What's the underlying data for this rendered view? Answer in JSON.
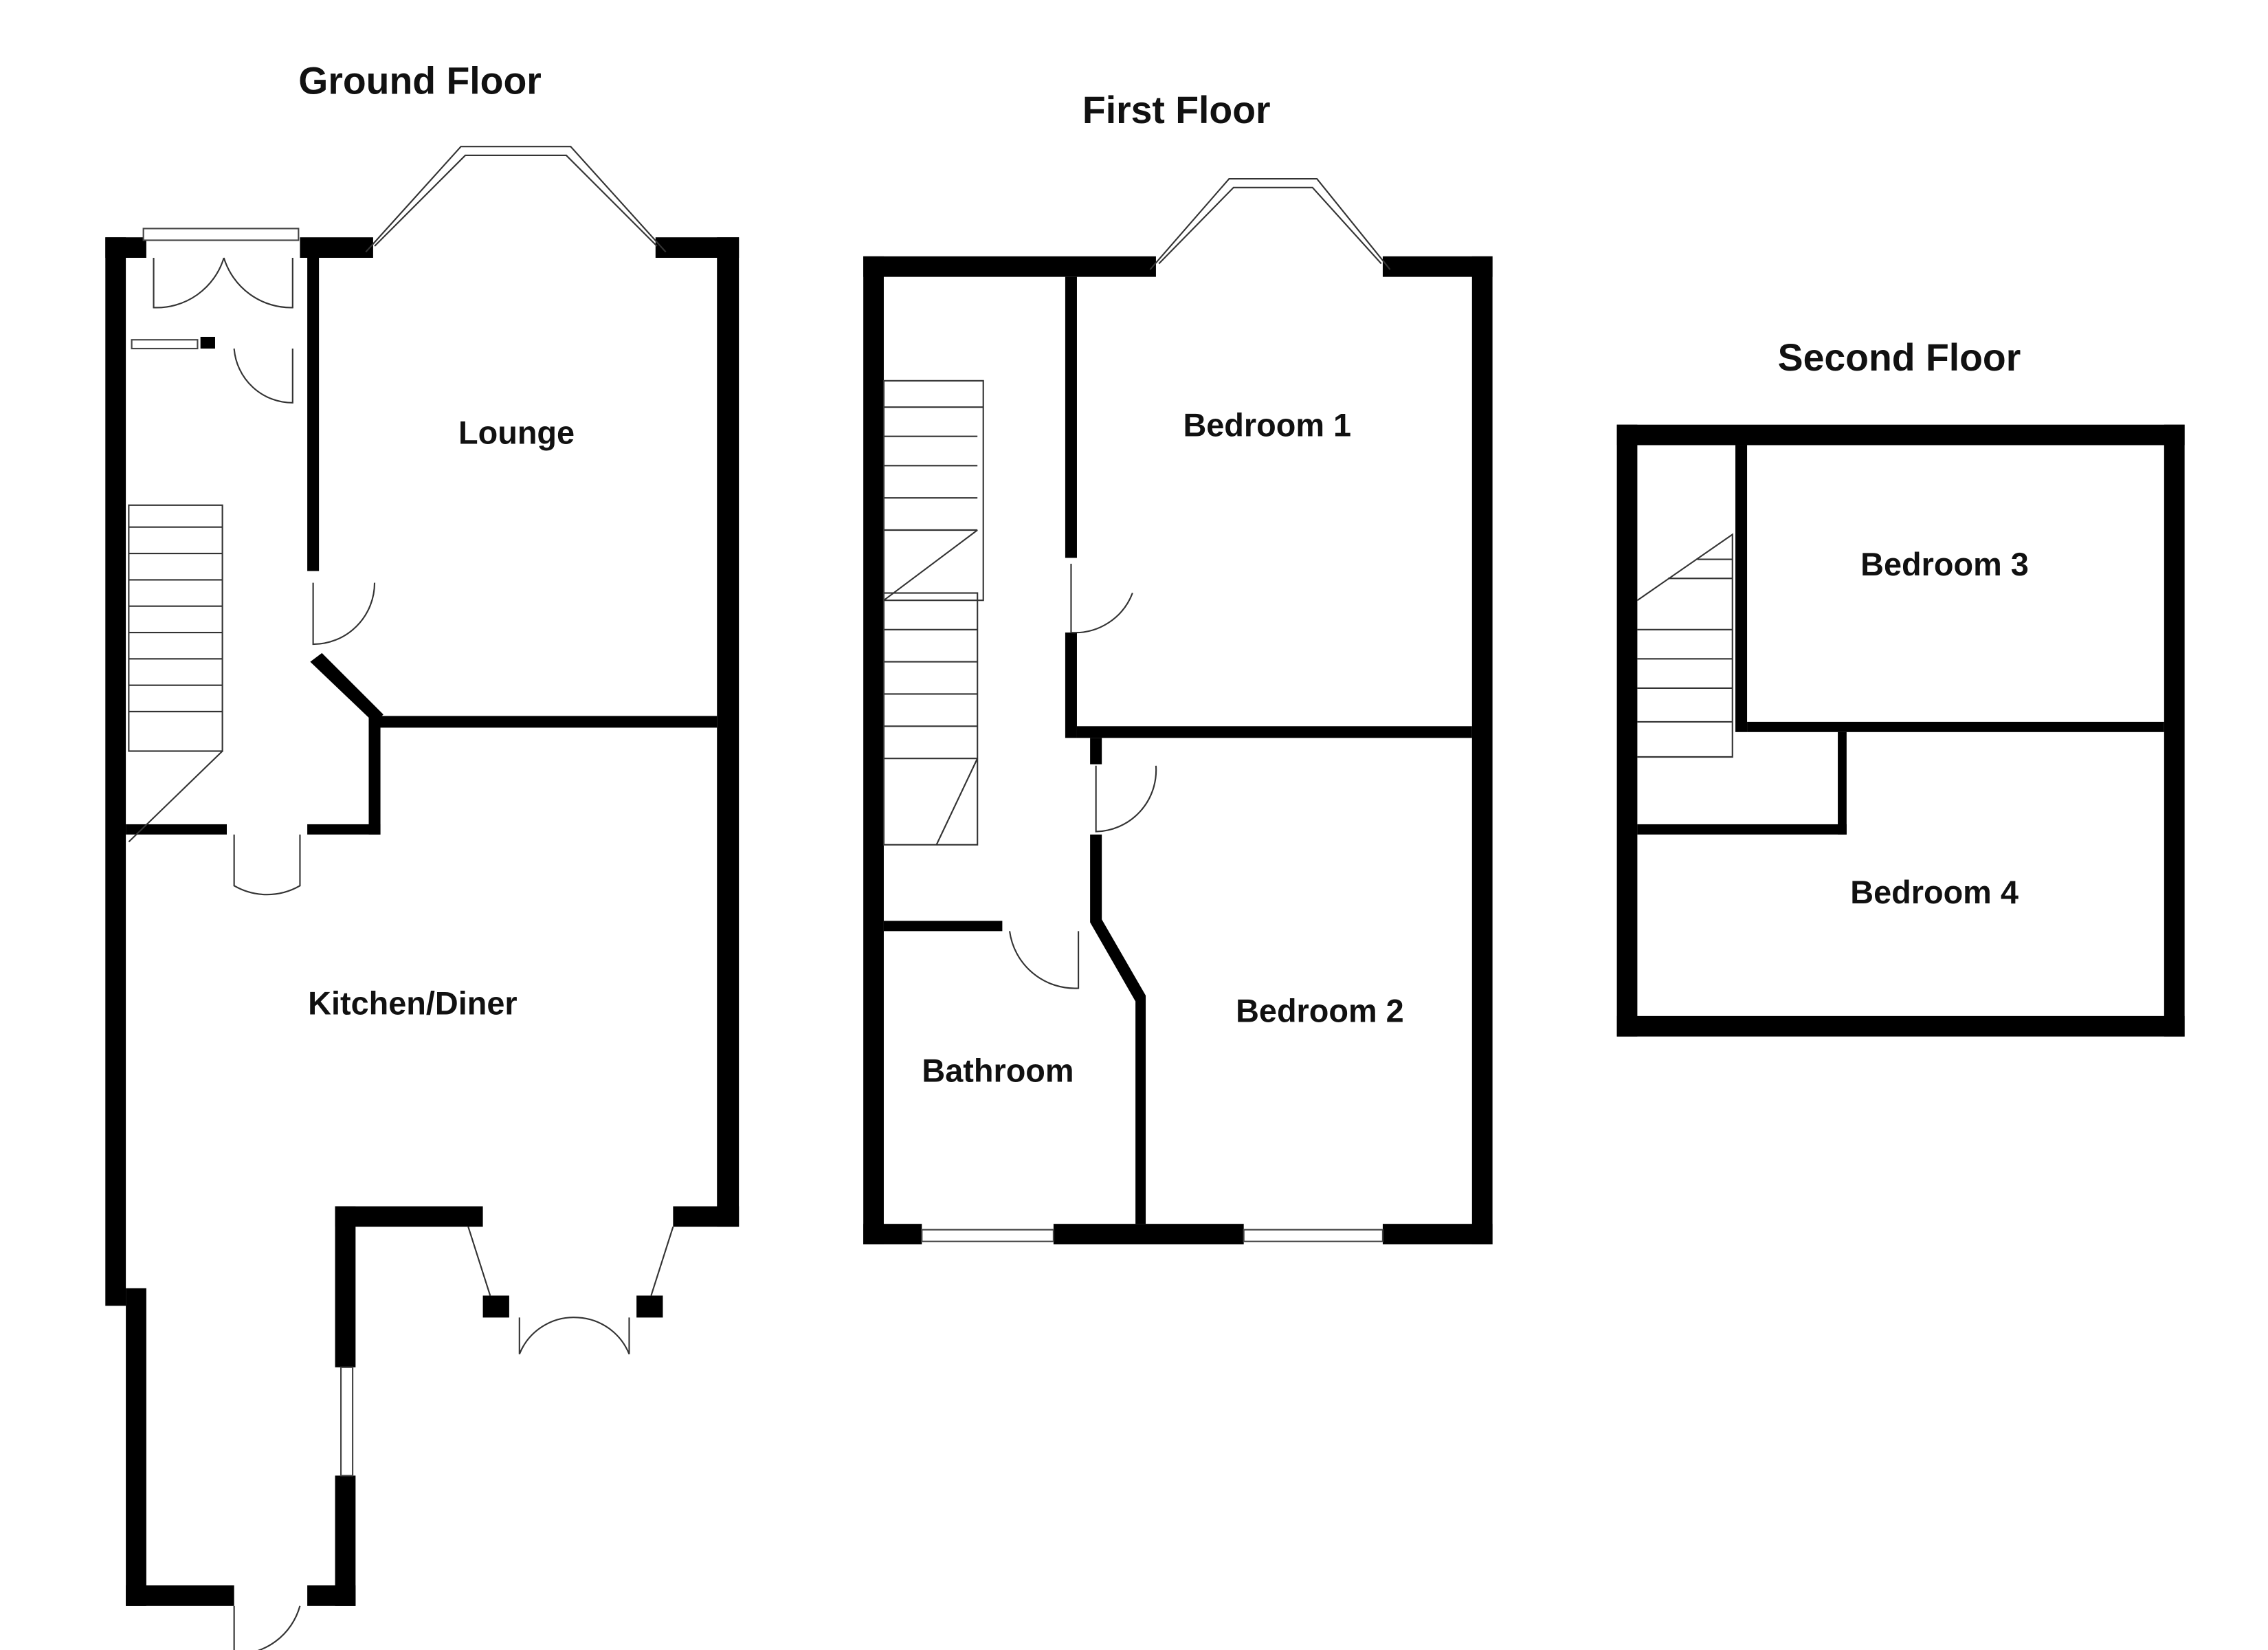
{
  "floors": [
    {
      "title": "Ground Floor",
      "rooms": [
        "Lounge",
        "Kitchen/Diner"
      ]
    },
    {
      "title": "First Floor",
      "rooms": [
        "Bedroom 1",
        "Bedroom 2",
        "Bathroom"
      ]
    },
    {
      "title": "Second Floor",
      "rooms": [
        "Bedroom 3",
        "Bedroom 4"
      ]
    }
  ]
}
